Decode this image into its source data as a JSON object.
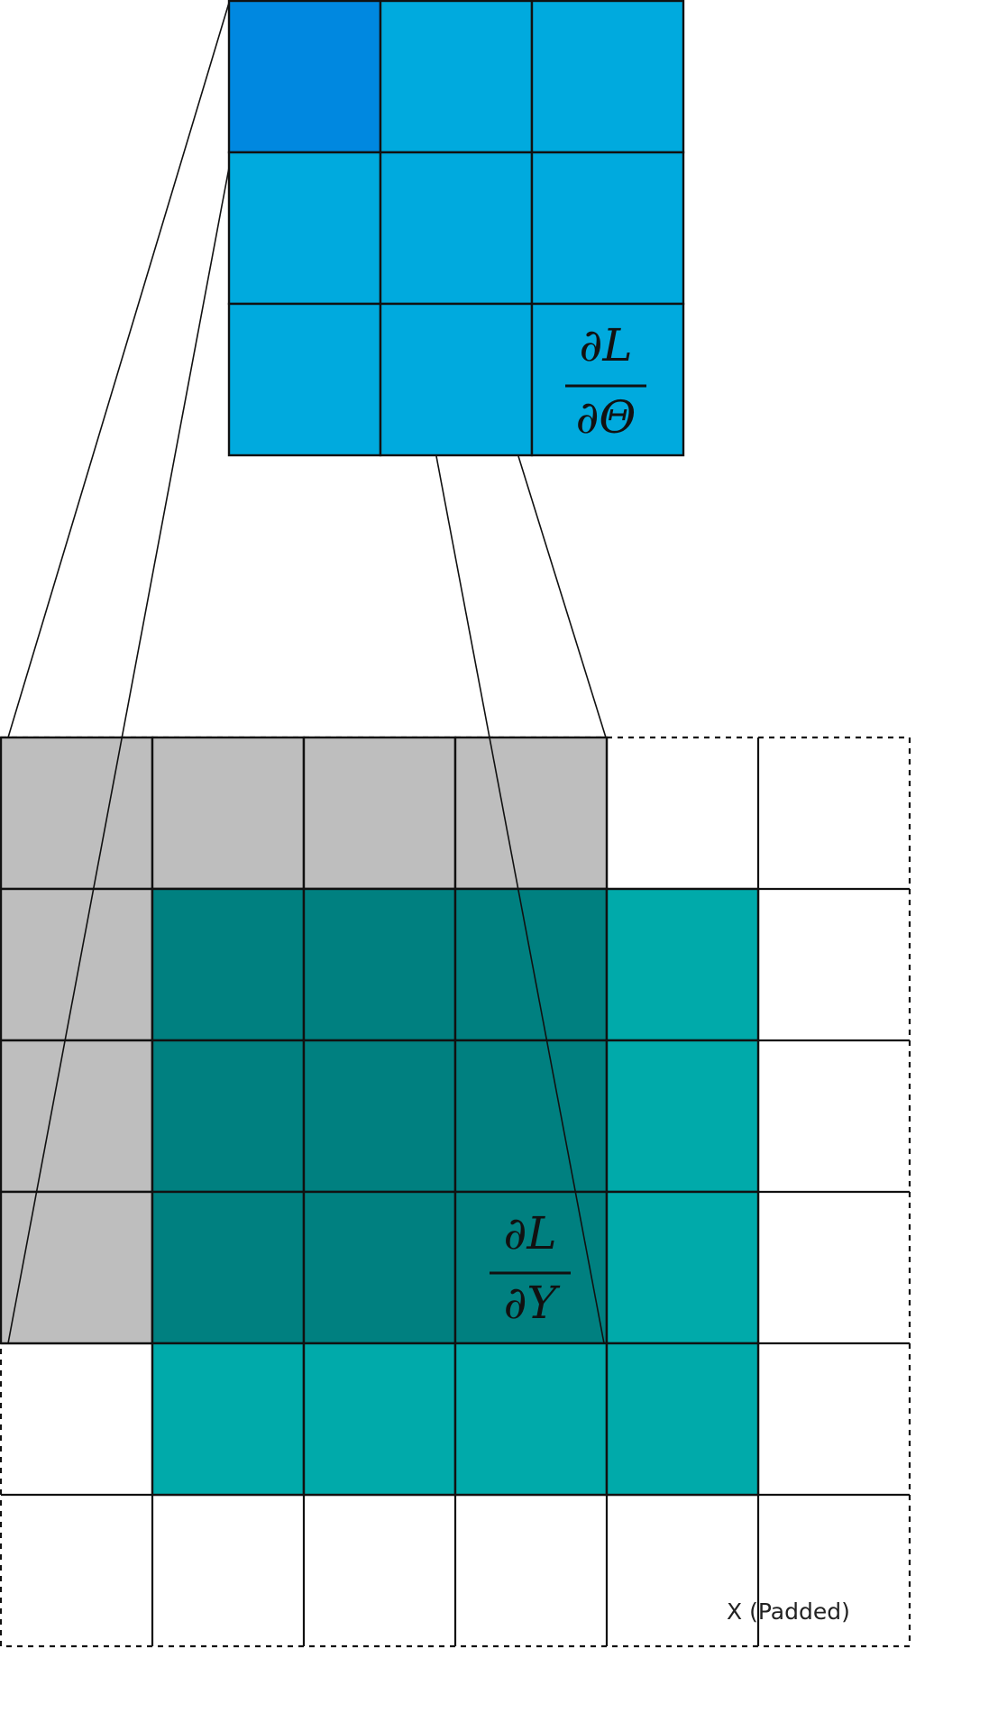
{
  "theta_grad": {
    "numerator": "∂L",
    "denominator": "∂Θ",
    "colors": {
      "cell": "#00AADE",
      "highlight_cell": "#0088E0"
    }
  },
  "y_grad": {
    "numerator": "∂L",
    "denominator": "∂Y",
    "colors": {
      "cell": "#00AAAA",
      "overlap_cell": "#008080"
    }
  },
  "x_padded": {
    "label": "X (Padded)",
    "colors": {
      "window": "#BEBEBE",
      "border": "#111111"
    }
  }
}
